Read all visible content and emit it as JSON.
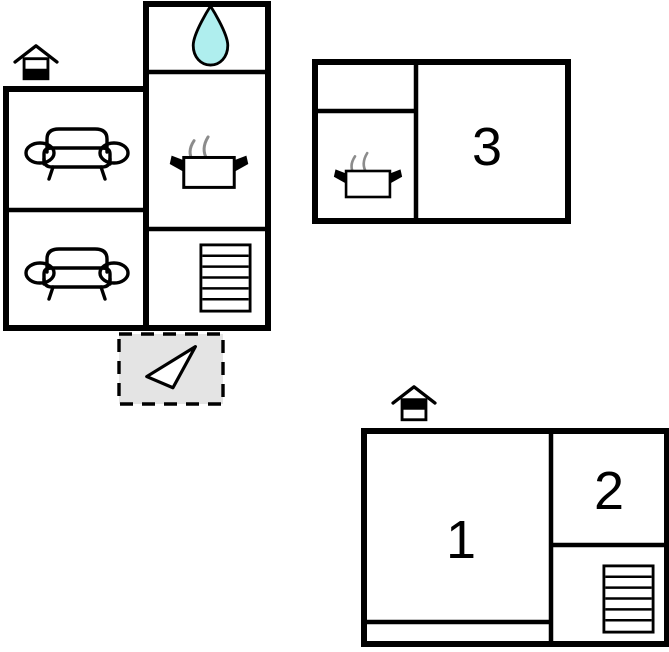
{
  "plan": {
    "type": "floor-plan",
    "background_color": "#ffffff",
    "wall_color": "#000000",
    "accent_water_color": "#AFEEEE",
    "terrace_fill_color": "#E4E4E4",
    "steam_color": "#8C8C8C",
    "buildings": [
      {
        "id": "building-left",
        "name": "main-house-left",
        "rooms": [
          {
            "id": "living-room-upper",
            "label": "",
            "icon": "sofa-icon"
          },
          {
            "id": "living-room-lower",
            "label": "",
            "icon": "sofa-icon"
          },
          {
            "id": "bathroom",
            "label": "",
            "icon": "water-drop-icon"
          },
          {
            "id": "kitchen",
            "label": "",
            "icon": "cooking-pot-icon"
          },
          {
            "id": "stairs-room",
            "label": "",
            "icon": "stairs-icon"
          }
        ],
        "entrance_icon": "house-entrance-icon",
        "terrace": {
          "id": "terrace",
          "icon": "direction-arrow-icon"
        }
      },
      {
        "id": "building-top-right",
        "name": "annex-top-right",
        "rooms": [
          {
            "id": "annex-storage",
            "label": "",
            "icon": ""
          },
          {
            "id": "annex-kitchen",
            "label": "",
            "icon": "cooking-pot-icon"
          },
          {
            "id": "annex-room-3",
            "label": "3",
            "icon": ""
          }
        ]
      },
      {
        "id": "building-bottom-right",
        "name": "annex-bottom-right",
        "rooms": [
          {
            "id": "room-1",
            "label": "1",
            "icon": ""
          },
          {
            "id": "room-2",
            "label": "2",
            "icon": ""
          },
          {
            "id": "stairs-room-2",
            "label": "",
            "icon": "stairs-icon"
          },
          {
            "id": "hall-strip",
            "label": "",
            "icon": ""
          }
        ],
        "entrance_icon": "house-entrance-icon"
      }
    ],
    "labels": {
      "room_1": "1",
      "room_2": "2",
      "room_3": "3"
    },
    "icon_names": [
      "house-entrance-icon",
      "water-drop-icon",
      "cooking-pot-icon",
      "sofa-icon",
      "stairs-icon",
      "direction-arrow-icon"
    ]
  }
}
